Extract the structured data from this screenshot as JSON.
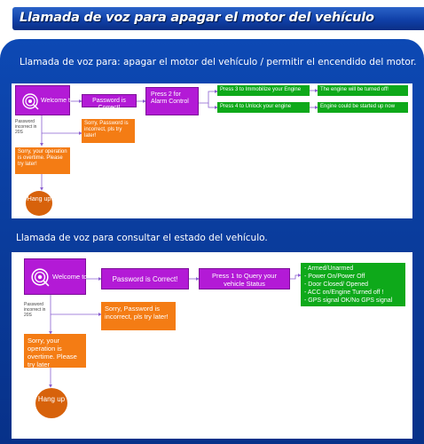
{
  "header": {
    "title": "Llamada de voz para apagar el motor del vehículo"
  },
  "section1": {
    "title": "Llamada de voz para: apagar el motor del vehículo / permitir el encendido del motor.",
    "welcome": "Welcome to ...",
    "password_ok": "Password is Correct!",
    "press2": "Press 2 for Alarm Control",
    "press3": "Press 3 to Immobilize your Engine",
    "press4": "Press 4 to Unlock your engine",
    "result3": "The engine will be turned off!",
    "result4": "Engine could be started up now",
    "incorrect_note": "Password incorrect in 20S",
    "password_wrong": "Sorry, Password is incorrect, pls try later!",
    "overtime": "Sorry, your operation is overtime. Please try later!",
    "hangup": "Hang up"
  },
  "section2": {
    "title": "Llamada de voz para consultar el estado del vehículo.",
    "welcome": "Welcome to ...",
    "password_ok": "Password is Correct!",
    "press1": "Press 1 to Query your vehicle Status",
    "status": [
      "- Armed/Unarmed",
      "- Power On/Power Off",
      "- Door Closed/ Opened",
      "- ACC on/Engine Turned off !",
      "- GPS signal OK/No GPS signal"
    ],
    "incorrect_note": "Password incorrect in 20S",
    "password_wrong": "Sorry, Password is incorrect, pls try later!",
    "overtime": "Sorry, your operation is overtime. Please try later",
    "hangup": "Hang up"
  },
  "colors": {
    "header_blue": "#1040a8",
    "panel_blue": "#0a3c9c",
    "purple": "#b31ad6",
    "orange": "#f47c14",
    "green": "#0ea91a",
    "hangup": "#d7620b"
  }
}
